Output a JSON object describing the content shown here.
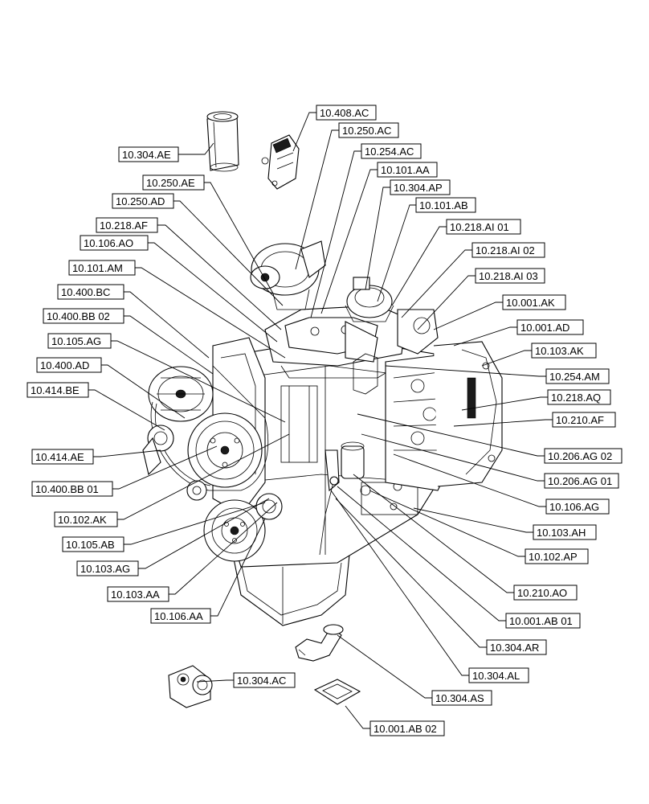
{
  "labels": [
    {
      "id": "l01",
      "text": "10.408.AC"
    },
    {
      "id": "l02",
      "text": "10.250.AC"
    },
    {
      "id": "l03",
      "text": "10.304.AE"
    },
    {
      "id": "l04",
      "text": "10.254.AC"
    },
    {
      "id": "l05",
      "text": "10.101.AA"
    },
    {
      "id": "l06",
      "text": "10.250.AE"
    },
    {
      "id": "l07",
      "text": "10.304.AP"
    },
    {
      "id": "l08",
      "text": "10.250.AD"
    },
    {
      "id": "l09",
      "text": "10.101.AB"
    },
    {
      "id": "l10",
      "text": "10.218.AF"
    },
    {
      "id": "l11",
      "text": "10.218.AI 01"
    },
    {
      "id": "l12",
      "text": "10.106.AO"
    },
    {
      "id": "l13",
      "text": "10.218.AI 02"
    },
    {
      "id": "l14",
      "text": "10.101.AM"
    },
    {
      "id": "l15",
      "text": "10.218.AI 03"
    },
    {
      "id": "l16",
      "text": "10.400.BC"
    },
    {
      "id": "l17",
      "text": "10.001.AK"
    },
    {
      "id": "l18",
      "text": "10.400.BB 02"
    },
    {
      "id": "l19",
      "text": "10.001.AD"
    },
    {
      "id": "l20",
      "text": "10.105.AG"
    },
    {
      "id": "l21",
      "text": "10.103.AK"
    },
    {
      "id": "l22",
      "text": "10.400.AD"
    },
    {
      "id": "l23",
      "text": "10.254.AM"
    },
    {
      "id": "l24",
      "text": "10.414.BE"
    },
    {
      "id": "l25",
      "text": "10.218.AQ"
    },
    {
      "id": "l26",
      "text": "10.210.AF"
    },
    {
      "id": "l27",
      "text": "10.414.AE"
    },
    {
      "id": "l28",
      "text": "10.206.AG  02"
    },
    {
      "id": "l29",
      "text": "10.400.BB 01"
    },
    {
      "id": "l30",
      "text": "10.206.AG  01"
    },
    {
      "id": "l31",
      "text": "10.106.AG"
    },
    {
      "id": "l32",
      "text": "10.102.AK"
    },
    {
      "id": "l33",
      "text": "10.103.AH"
    },
    {
      "id": "l34",
      "text": "10.105.AB"
    },
    {
      "id": "l35",
      "text": "10.102.AP"
    },
    {
      "id": "l36",
      "text": "10.103.AG"
    },
    {
      "id": "l37",
      "text": "10.210.AO"
    },
    {
      "id": "l38",
      "text": "10.103.AA"
    },
    {
      "id": "l39",
      "text": "10.001.AB 01"
    },
    {
      "id": "l40",
      "text": "10.106.AA"
    },
    {
      "id": "l41",
      "text": "10.304.AR"
    },
    {
      "id": "l42",
      "text": "10.304.AL"
    },
    {
      "id": "l43",
      "text": "10.304.AC"
    },
    {
      "id": "l44",
      "text": "10.304.AS"
    },
    {
      "id": "l45",
      "text": "10.001.AB 02"
    }
  ]
}
